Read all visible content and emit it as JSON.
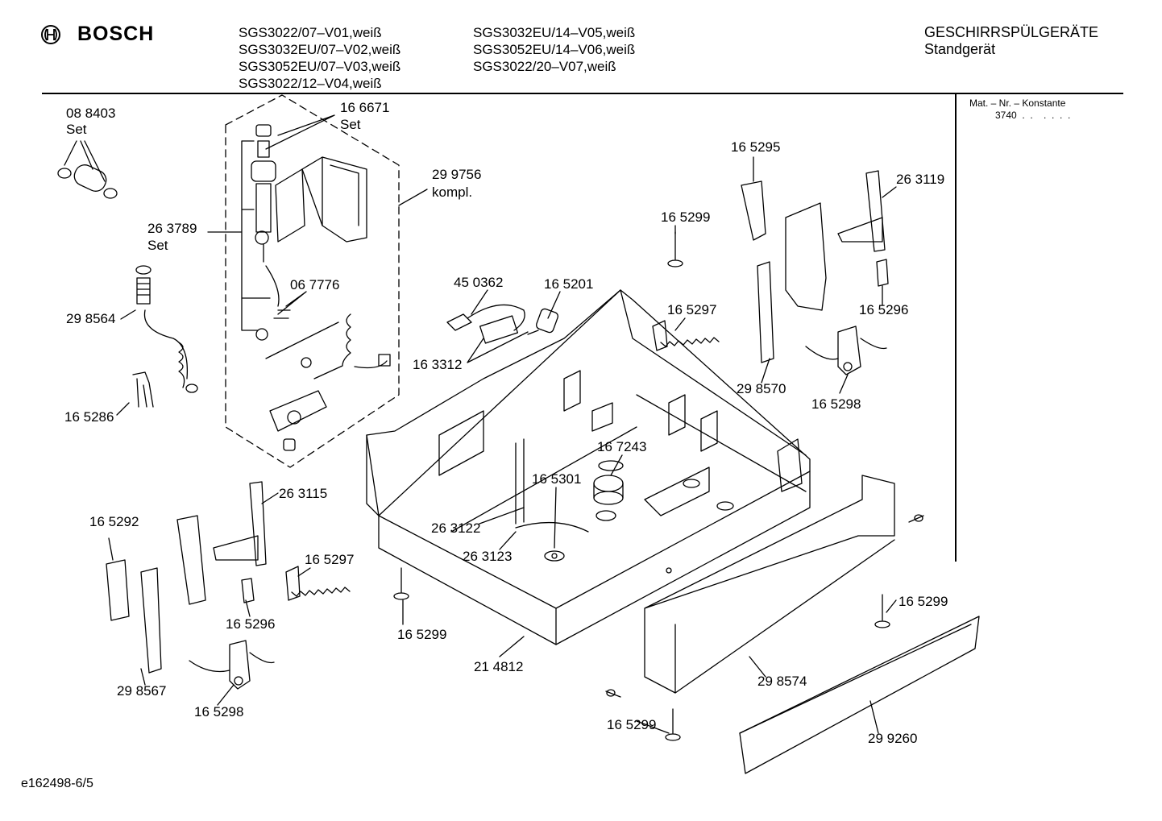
{
  "header": {
    "brand": "BOSCH",
    "models_col1": [
      "SGS3022/07–V01,weiß",
      "SGS3032EU/07–V02,weiß",
      "SGS3052EU/07–V03,weiß",
      "SGS3022/12–V04,weiß"
    ],
    "models_col2": [
      "SGS3032EU/14–V05,weiß",
      "SGS3052EU/14–V06,weiß",
      "SGS3022/20–V07,weiß"
    ],
    "category": "GESCHIRRSPÜLGERÄTE",
    "subcategory": "Standgerät"
  },
  "material_box": {
    "title": "Mat. – Nr. – Konstante",
    "value": "3740",
    "dots": ".  .    .  .  .  ."
  },
  "footer": {
    "doc_id": "e162498-6/5"
  },
  "callouts": {
    "c088403": "08 8403",
    "c088403_set": "Set",
    "c166671": "16 6671",
    "c166671_set": "Set",
    "c299756": "29 9756",
    "c299756_kompl": "kompl.",
    "c263789": "26 3789",
    "c263789_set": "Set",
    "c298564": "29 8564",
    "c067776": "06 7776",
    "c165286": "16 5286",
    "c450362": "45 0362",
    "c165201": "16 5201",
    "c163312": "16 3312",
    "c165295": "16 5295",
    "c263119": "26 3119",
    "c165299_a": "16 5299",
    "c165297_a": "16 5297",
    "c165296_a": "16 5296",
    "c298570": "29 8570",
    "c165298_a": "16 5298",
    "c167243": "16 7243",
    "c165301": "16 5301",
    "c263122": "26 3122",
    "c263123": "26 3123",
    "c263115": "26 3115",
    "c165292": "16 5292",
    "c165297_b": "16 5297",
    "c165296_b": "16 5296",
    "c298567": "29 8567",
    "c165298_b": "16 5298",
    "c165299_b": "16 5299",
    "c214812": "21 4812",
    "c165299_c": "16 5299",
    "c298574": "29 8574",
    "c165299_d": "16 5299",
    "c299260": "29 9260"
  }
}
